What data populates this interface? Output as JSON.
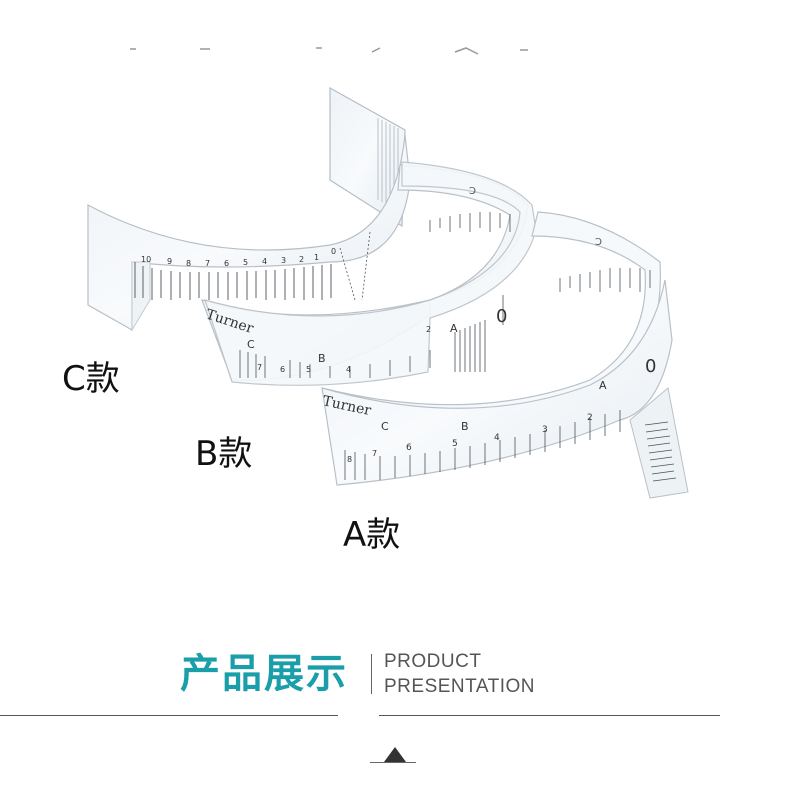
{
  "variants": {
    "c_label": "C款",
    "b_label": "B款",
    "a_label": "A款"
  },
  "section": {
    "title_cn": "产品展示",
    "title_en_line1": "PRODUCT",
    "title_en_line2": "PRESENTATION"
  },
  "rulers": {
    "brand": "Turner",
    "c_ruler_ticks": [
      "10",
      "9",
      "8",
      "7",
      "6",
      "5",
      "4",
      "3",
      "2",
      "1",
      "0"
    ],
    "b_ruler_marks": [
      "C",
      "B",
      "A",
      "0",
      "2",
      "4",
      "5",
      "6",
      "7"
    ],
    "a_ruler_marks": [
      "C",
      "B",
      "A",
      "0",
      "2",
      "3",
      "4",
      "5",
      "6",
      "7",
      "8"
    ]
  },
  "colors": {
    "accent": "#1a9ea9",
    "text": "#111111",
    "rule": "#555555"
  },
  "icons": {
    "marker": "triangle-up-icon"
  }
}
